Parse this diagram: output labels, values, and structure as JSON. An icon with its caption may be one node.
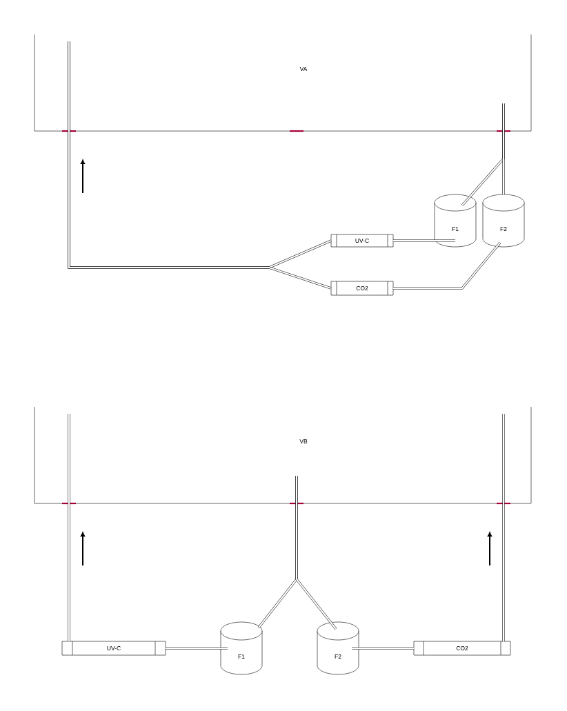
{
  "diagram": {
    "nodes": [
      {
        "text": [
          "VA"
        ]
      },
      {
        "text": [
          "UV-C"
        ]
      },
      {
        "text": [
          "CO2"
        ]
      },
      {
        "text": [
          "F1"
        ]
      },
      {
        "text": [
          "F2"
        ]
      },
      {
        "text": [
          "VB"
        ]
      },
      {
        "text": [
          "UV-C"
        ]
      },
      {
        "text": [
          "CO2"
        ]
      },
      {
        "text": [
          "F1"
        ]
      },
      {
        "text": [
          "F2"
        ]
      }
    ],
    "edges": [
      {
        "from": 0,
        "to": 3,
        "arrow": "none"
      },
      {
        "from": 0,
        "to": 4,
        "arrow": "none"
      },
      {
        "from": 3,
        "to": 1,
        "arrow": "none"
      },
      {
        "from": 4,
        "to": 2,
        "arrow": "none"
      },
      {
        "from": 1,
        "to": 0,
        "arrow": "none"
      },
      {
        "from": 2,
        "to": 0,
        "arrow": "none"
      },
      {
        "from": 5,
        "to": 8,
        "arrow": "none"
      },
      {
        "from": 5,
        "to": 9,
        "arrow": "none"
      },
      {
        "from": 8,
        "to": 6,
        "arrow": "none"
      },
      {
        "from": 9,
        "to": 7,
        "arrow": "none"
      },
      {
        "from": 6,
        "to": 5,
        "arrow": "none"
      },
      {
        "from": 7,
        "to": 5,
        "arrow": "none"
      }
    ]
  }
}
